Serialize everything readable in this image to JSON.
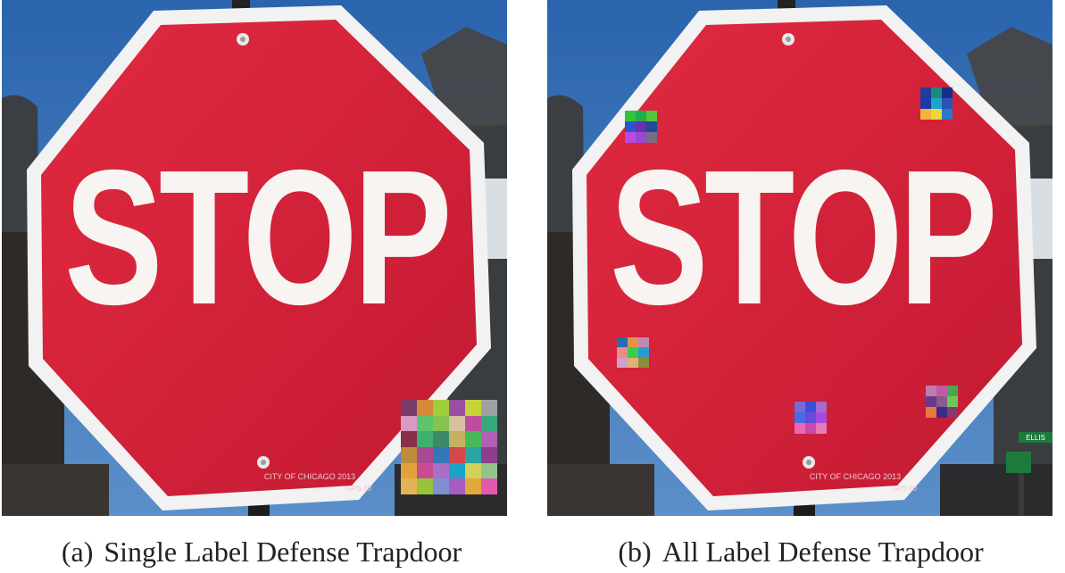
{
  "colors": {
    "sky": "#2f6fb5",
    "sign_red": "#d6213a",
    "sign_border": "#f4f4f4"
  },
  "panels": [
    {
      "id": "a",
      "sign_text": "STOP",
      "plate_text": "CITY OF CHICAGO 2013",
      "code_text": "GPS 60",
      "caption": {
        "label": "(a)",
        "text": "Single Label Defense Trapdoor"
      },
      "trapdoor": "single-large-mosaic"
    },
    {
      "id": "b",
      "sign_text": "STOP",
      "plate_text": "CITY OF CHICAGO 2013",
      "code_text": "GPS 60",
      "street_sign_text": "ELLIS",
      "caption": {
        "label": "(b)",
        "text": "All Label Defense Trapdoor"
      },
      "trapdoor": "multiple-small-mosaics"
    }
  ]
}
